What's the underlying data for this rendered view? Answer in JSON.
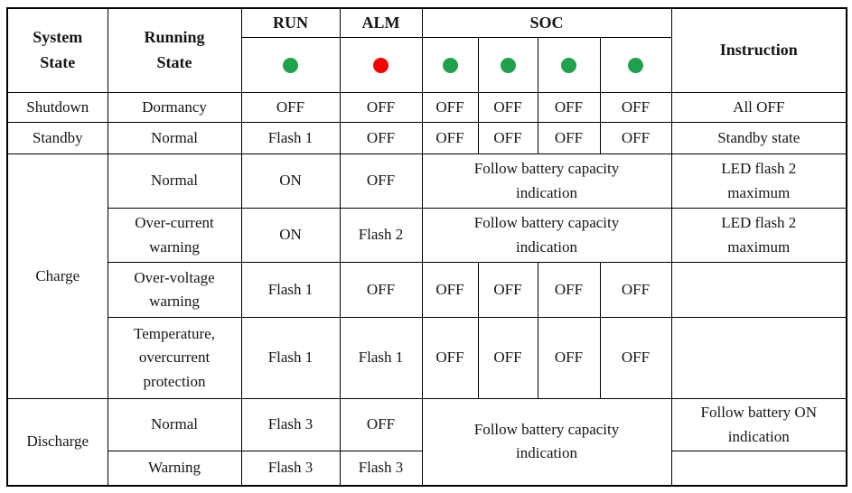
{
  "table": {
    "header": {
      "system_state": "System State",
      "running_state": "Running State",
      "run": "RUN",
      "alm": "ALM",
      "soc": "SOC",
      "instruction": "Instruction"
    },
    "leds": {
      "run": "#21a14c",
      "alm": "#f20505",
      "soc1": "#21a14c",
      "soc2": "#21a14c",
      "soc3": "#21a14c",
      "soc4": "#21a14c"
    },
    "groups": {
      "charge": "Charge",
      "discharge": "Discharge"
    },
    "rows": {
      "shutdown": {
        "system_state": "Shutdown",
        "running_state": "Dormancy",
        "run": "OFF",
        "alm": "OFF",
        "soc1": "OFF",
        "soc2": "OFF",
        "soc3": "OFF",
        "soc4": "OFF",
        "instruction": "All OFF"
      },
      "standby": {
        "system_state": "Standby",
        "running_state": "Normal",
        "run": "Flash 1",
        "alm": "OFF",
        "soc1": "OFF",
        "soc2": "OFF",
        "soc3": "OFF",
        "soc4": "OFF",
        "instruction": "Standby state"
      },
      "charge_normal": {
        "running_state": "Normal",
        "run": "ON",
        "alm": "OFF",
        "soc": "Follow battery capacity indication",
        "instruction": "LED flash 2 maximum"
      },
      "charge_overcurrent_warning": {
        "running_state": "Over-current warning",
        "run": "ON",
        "alm": "Flash 2",
        "soc": "Follow battery capacity indication",
        "instruction": "LED flash 2 maximum"
      },
      "charge_overvoltage_warning": {
        "running_state": "Over-voltage warning",
        "run": "Flash 1",
        "alm": "OFF",
        "soc1": "OFF",
        "soc2": "OFF",
        "soc3": "OFF",
        "soc4": "OFF",
        "instruction": ""
      },
      "charge_temperature_protection": {
        "running_state": "Temperature, overcurrent protection",
        "run": "Flash 1",
        "alm": "Flash 1",
        "soc1": "OFF",
        "soc2": "OFF",
        "soc3": "OFF",
        "soc4": "OFF",
        "instruction": ""
      },
      "discharge_normal": {
        "running_state": "Normal",
        "run": "Flash 3",
        "alm": "OFF",
        "soc": "Follow battery capacity indication",
        "instruction": "Follow battery ON indication"
      },
      "discharge_warning": {
        "running_state": "Warning",
        "run": "Flash 3",
        "alm": "Flash 3",
        "instruction": ""
      }
    }
  }
}
